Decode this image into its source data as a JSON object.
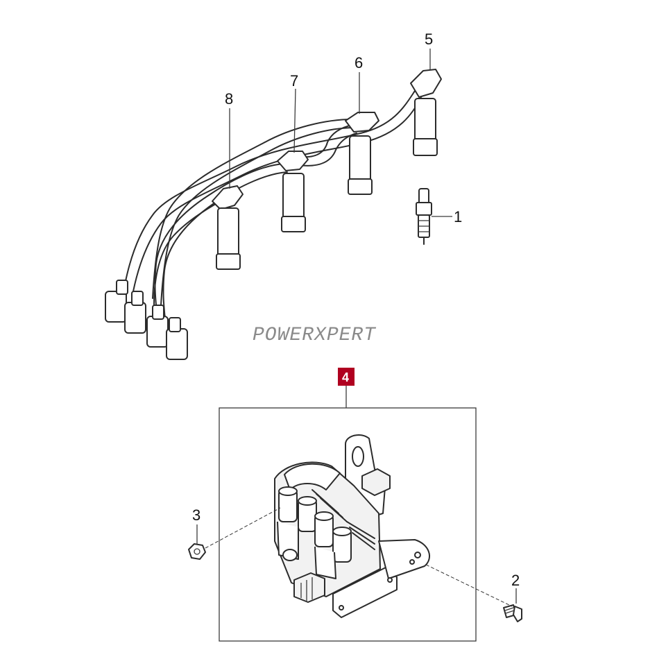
{
  "watermark": "POWERXPERT",
  "accent_color": "#b00020",
  "callouts": {
    "c1": "1",
    "c2": "2",
    "c3": "3",
    "c4": "4",
    "c5": "5",
    "c6": "6",
    "c7": "7",
    "c8": "8"
  },
  "icons": [
    "spark-plug-icon",
    "ignition-wire-set-icon",
    "ignition-coil-pack-icon",
    "bolt-icon",
    "nut-icon"
  ]
}
